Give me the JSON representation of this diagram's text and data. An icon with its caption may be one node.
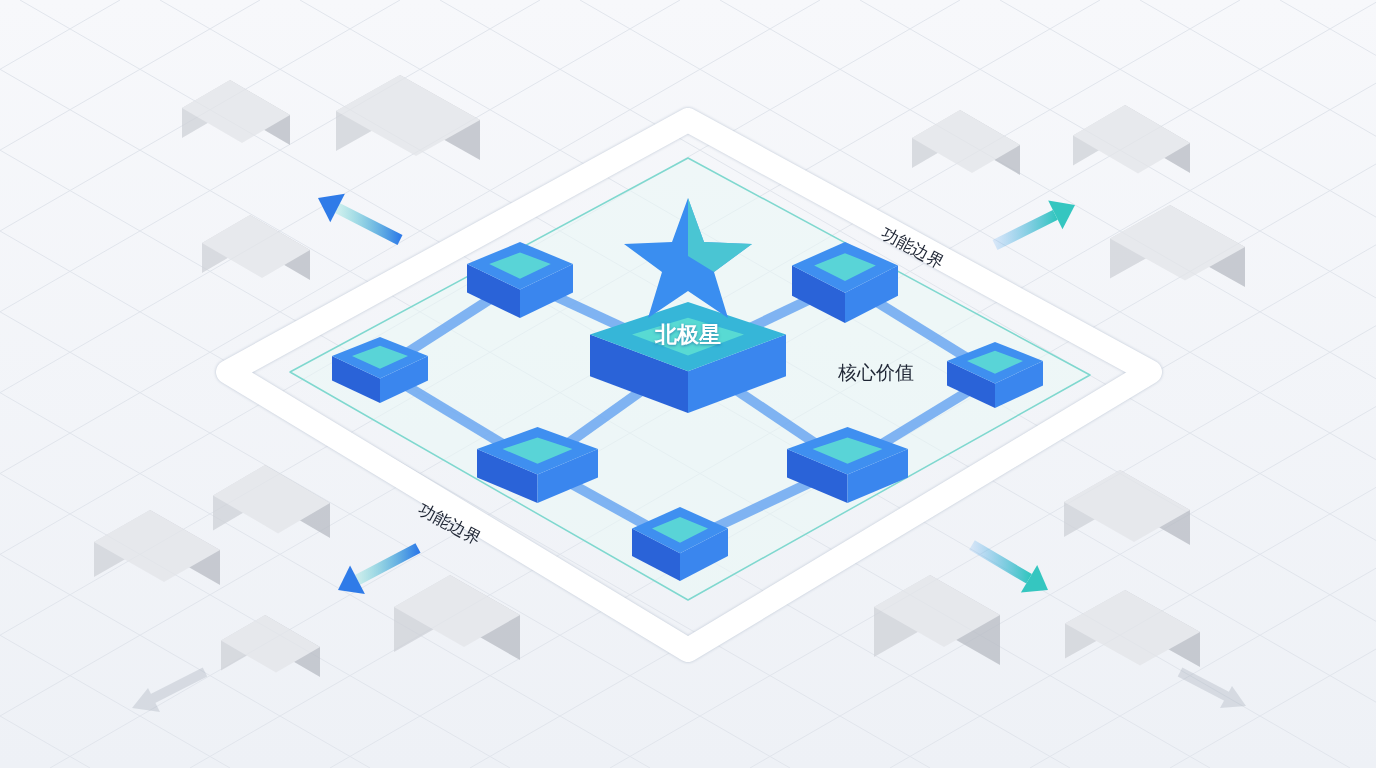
{
  "diagram": {
    "nodes": [
      {
        "text": [
          "北极星"
        ],
        "beside": [
          "核心价值"
        ]
      },
      {
        "text": [],
        "shape": "box"
      },
      {
        "text": [],
        "shape": "box"
      },
      {
        "text": [],
        "shape": "box"
      },
      {
        "text": [],
        "shape": "box"
      },
      {
        "text": [],
        "shape": "box"
      },
      {
        "text": [],
        "shape": "box"
      },
      {
        "text": [],
        "shape": "box"
      }
    ],
    "edges": [
      {
        "from": 1,
        "to": 3,
        "arrow": "none"
      },
      {
        "from": 3,
        "to": 5,
        "arrow": "none"
      },
      {
        "from": 5,
        "to": 7,
        "arrow": "none"
      },
      {
        "from": 7,
        "to": 6,
        "arrow": "none"
      },
      {
        "from": 6,
        "to": 4,
        "arrow": "none"
      },
      {
        "from": 4,
        "to": 2,
        "arrow": "none"
      },
      {
        "from": 1,
        "to": 0,
        "arrow": "none"
      },
      {
        "from": 2,
        "to": 0,
        "arrow": "none"
      },
      {
        "from": 5,
        "to": 0,
        "arrow": "none"
      },
      {
        "from": 6,
        "to": 0,
        "arrow": "none"
      }
    ],
    "labels": [
      "功能边界",
      "功能边界"
    ]
  }
}
